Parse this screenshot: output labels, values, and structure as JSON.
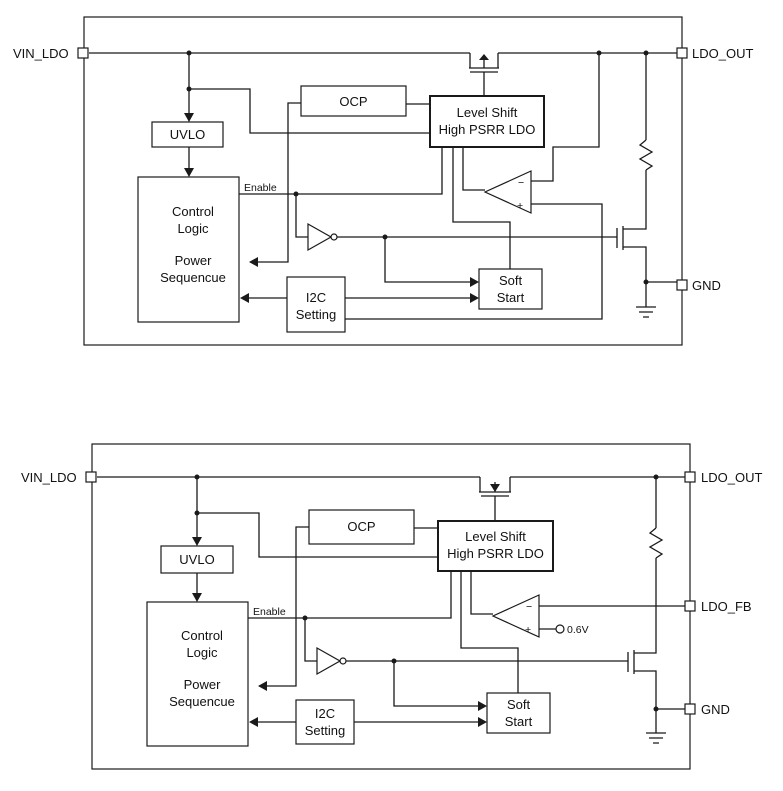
{
  "top": {
    "pins": {
      "vin": "VIN_LDO",
      "out": "LDO_OUT",
      "gnd": "GND"
    },
    "enable": "Enable",
    "blocks": {
      "ocp": "OCP",
      "level1": "Level Shift",
      "level2": "High PSRR LDO",
      "uvlo": "UVLO",
      "ctrl1": "Control",
      "ctrl2": "Logic",
      "ctrl3": "Power",
      "ctrl4": "Sequencue",
      "i2c1": "I2C",
      "i2c2": "Setting",
      "soft1": "Soft",
      "soft2": "Start"
    },
    "amp": {
      "minus": "−",
      "plus": "+"
    }
  },
  "bottom": {
    "pins": {
      "vin": "VIN_LDO",
      "out": "LDO_OUT",
      "fb": "LDO_FB",
      "gnd": "GND"
    },
    "enable": "Enable",
    "vref": "0.6V",
    "blocks": {
      "ocp": "OCP",
      "level1": "Level Shift",
      "level2": "High PSRR LDO",
      "uvlo": "UVLO",
      "ctrl1": "Control",
      "ctrl2": "Logic",
      "ctrl3": "Power",
      "ctrl4": "Sequencue",
      "i2c1": "I2C",
      "i2c2": "Setting",
      "soft1": "Soft",
      "soft2": "Start"
    },
    "amp": {
      "minus": "−",
      "plus": "+"
    }
  }
}
